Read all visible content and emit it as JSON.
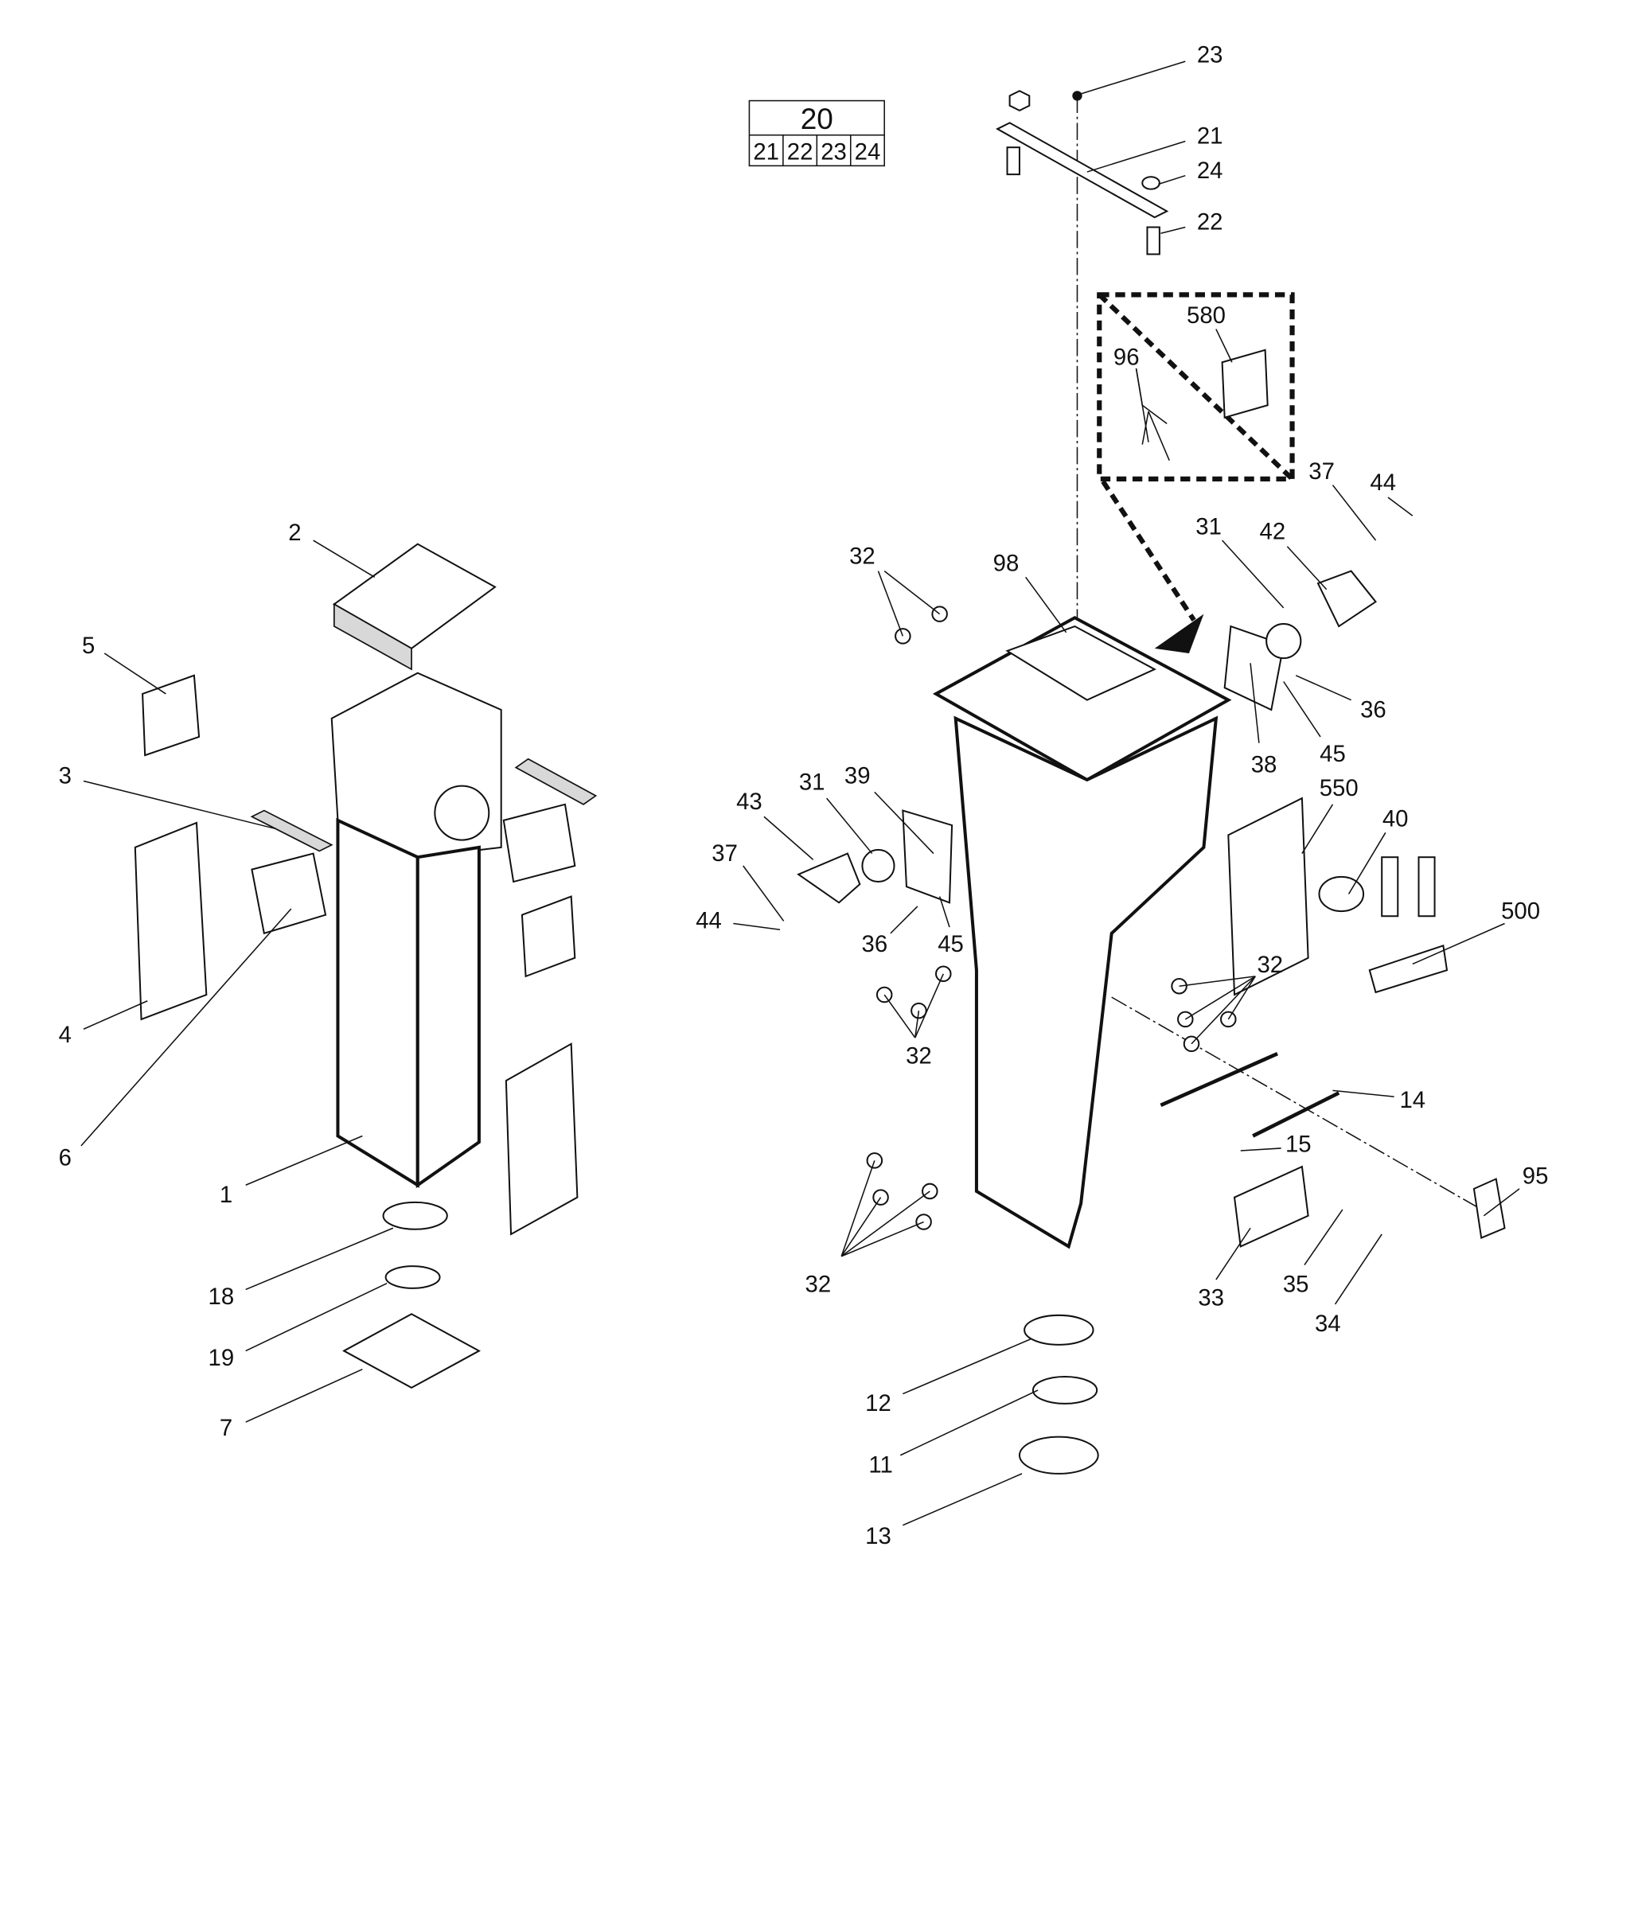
{
  "diagram": {
    "kit_table": {
      "header": "20",
      "items": [
        "21",
        "22",
        "23",
        "24"
      ]
    },
    "callouts": [
      "23",
      "21",
      "24",
      "22",
      "580",
      "96",
      "37",
      "44",
      "32",
      "98",
      "31",
      "42",
      "36",
      "38",
      "45",
      "2",
      "5",
      "3",
      "4",
      "6",
      "1",
      "18",
      "19",
      "7",
      "39",
      "31",
      "43",
      "37",
      "44",
      "36",
      "45",
      "550",
      "40",
      "500",
      "32",
      "32",
      "14",
      "15",
      "95",
      "32",
      "33",
      "35",
      "34",
      "12",
      "11",
      "13"
    ],
    "colors": {
      "line": "#111111",
      "background": "#ffffff",
      "part_fill": "#d8d8d8"
    }
  }
}
